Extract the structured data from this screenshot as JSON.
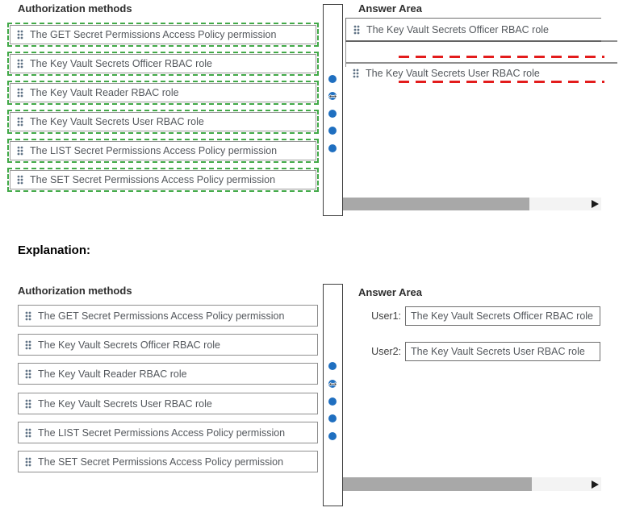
{
  "colors": {
    "correct_outline_green": "#42a948",
    "answer_mark_red": "#e31c1c",
    "divider_dot_blue": "#1f6fc0",
    "grip_dot_gray": "#5f7285",
    "scrollbar_thumb_gray": "#a8a8a8"
  },
  "question": {
    "source_panel_title": "Authorization methods",
    "answer_panel_title": "Answer Area",
    "source_items": [
      "The GET Secret Permissions Access Policy permission",
      "The Key Vault Secrets Officer RBAC role",
      "The Key Vault Reader RBAC role",
      "The Key Vault Secrets User RBAC role",
      "The LIST Secret Permissions Access Policy permission",
      "The SET Secret Permissions Access Policy permission"
    ],
    "answer_items": [
      "The Key Vault Secrets Officer RBAC role",
      "The Key Vault Secrets User RBAC role"
    ]
  },
  "explanation": {
    "heading": "Explanation:",
    "source_panel_title": "Authorization methods",
    "answer_panel_title": "Answer Area",
    "source_items": [
      "The GET Secret Permissions Access Policy permission",
      "The Key Vault Secrets Officer RBAC role",
      "The Key Vault Reader RBAC role",
      "The Key Vault Secrets User RBAC role",
      "The LIST Secret Permissions Access Policy permission",
      "The SET Secret Permissions Access Policy permission"
    ],
    "answer_rows": [
      {
        "label": "User1:",
        "value": "The Key Vault Secrets Officer RBAC role"
      },
      {
        "label": "User2:",
        "value": "The Key Vault Secrets User RBAC role"
      }
    ]
  }
}
